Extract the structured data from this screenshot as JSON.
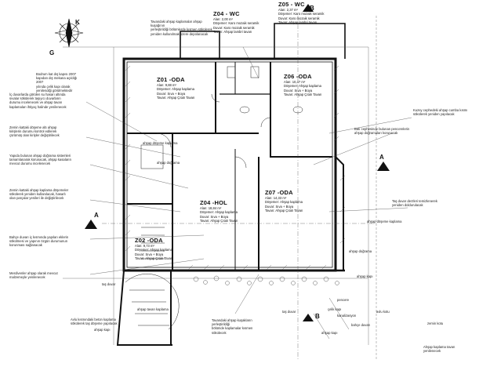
{
  "compass": {
    "north": "K",
    "south": "G"
  },
  "sections": {
    "a": "A",
    "b": "B"
  },
  "rooms": [
    {
      "id": "z01",
      "code": "Z01 -ODA",
      "area": "Alan: 9,88 m²",
      "wall": "Döşemer: Ahşap kaplama",
      "floor": "Duvar: Sıva + Boya",
      "ceiling": "Tavan: Ahşap Çıtalı Tavan"
    },
    {
      "id": "z02",
      "code": "Z02 -ODA",
      "area": "Alan: 9,73 m²",
      "wall": "Döşemer: Ahşap kaplama",
      "floor": "Duvar: Sıva + Boya",
      "ceiling": "Tavan: Ahşap Çıtalı Tavan"
    },
    {
      "id": "z04",
      "code": "Z04 -HOL",
      "area": "Alan: 18,84 m²",
      "wall": "Döşemer: Ahşap kaplama",
      "floor": "Duvar: Sıva + Boya",
      "ceiling": "Tavan: Ahşap Çıtalı Tavan"
    },
    {
      "id": "z06",
      "code": "Z06 -ODA",
      "area": "Alan: 10,47 m²",
      "wall": "Döşemer: Ahşap kaplama",
      "floor": "Duvar: Sıva + Boya",
      "ceiling": "Tavan: Ahşap Çıtalı Tavan"
    },
    {
      "id": "z07",
      "code": "Z07 -ODA",
      "area": "Alan: 14,33 m²",
      "wall": "Döşemer: Ahşap kaplama",
      "floor": "Duvar: Sıva + Boya",
      "ceiling": "Tavan: Ahşap Çıtalı Tavan"
    },
    {
      "id": "z04wc",
      "code": "Z04 - WC",
      "area": "Alan: 2,00 m²",
      "wall": "Döşemer: Karo mozaik seramik",
      "floor": "Duvar: Karo mozaik seramik",
      "ceiling": "Tavan: Ahşap lambri tavan"
    },
    {
      "id": "z05wc",
      "code": "Z05 - WC",
      "area": "Alan: 2,37 m²",
      "wall": "Döşemer: Karo mozaik seramik",
      "floor": "Duvar: Karo mozaik seramik",
      "ceiling": "Tavan: Ahşap lambri tavan"
    }
  ],
  "notes": [
    "Tavandaki ahşap kaplamalar ahşap kuşağının\nyerleştirildiği bölümlerde kısmen sökülerek\nyeniden kullanılmak üzere depolanacak",
    "Bodrum kat dış kapısı 2007\nkapıdan dış mekana açıldığı 2007\nyılında çelik kapı olarak\nyenilendiği görülmektedir",
    "İç duvarlarda görülen su hasarı altında\nsıvalar sökülerek taşıyıcı duvarların\ndurumu incelenecek ve ahşap tavan\nkaplamaları ihtiyaç halinde yenilenecek",
    "Zemin kattaki döşeme altı ahşap\nkirişlerin durumu kontrol edilerek\nçürümüş olan kirişler değiştirilecek",
    "Yapıda bulunan ahşap doğrama sistemleri\ntamamlanarak korunacak, ahşap kasaların\nmevcut durumu incelenecek",
    "Zemin kattaki ahşap kaplama döşemeler\nsökülerek yeniden kullanılacak, hasarlı\nolan parçalar yenileri ile değiştirilecek",
    "Bahçe duvarı iç kısmında yapılan eklerin\nsökülmesi ve yapının özgün durumunun\nkorunması sağlanacak",
    "Merdivenler ahşap olarak mevcut\nmalzemeyle yenilenecek",
    "Kuzey cephedeki ahşap cumba kısmı\nsökülerek yeniden yapılacak",
    "Batı cephesinde bulunan pencerelerin\nahşap doğramaları korunacak",
    "Taş duvar derzleri temizlenerek\nyeniden doldurulacak",
    "Avlu kısmındaki beton kaplama\nsökülerek taş döşeme yapılacak",
    "Tavandaki ahşap kuşakların yerleştirildiği\nbölümde kaplamalar kısmen sökülecek",
    "Ahşap kaplama tavan\nyenilenecek"
  ],
  "tags": [
    "ahşap döşeme kaplama",
    "ahşap döşeme kaplama",
    "ahşap tavan kaplama",
    "ahşap doğrama",
    "ahşap doğrama",
    "ahşap kapı",
    "ahşap kapı",
    "taş duvar",
    "taş duvar",
    "çelik kapı",
    "pencere",
    "bahçe duvarı",
    "kanalizasyon",
    "avlu kotu",
    "zemin kotu",
    "ahşap kapı"
  ]
}
